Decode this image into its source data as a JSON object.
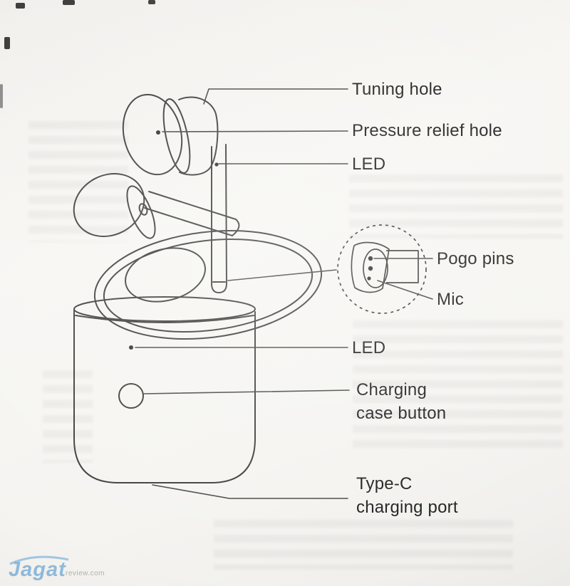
{
  "diagram": {
    "stroke_color": "#3c3c3c",
    "labels": {
      "tuning_hole": "Tuning hole",
      "pressure_relief_hole": "Pressure relief hole",
      "led_earbud": "LED",
      "pogo_pins": "Pogo pins",
      "mic": "Mic",
      "led_case": "LED",
      "charging_case_button": "Charging\ncase button",
      "type_c_port": "Type-C\ncharging port"
    }
  },
  "watermark": {
    "text": "Jagat",
    "suffix": "review.com"
  }
}
